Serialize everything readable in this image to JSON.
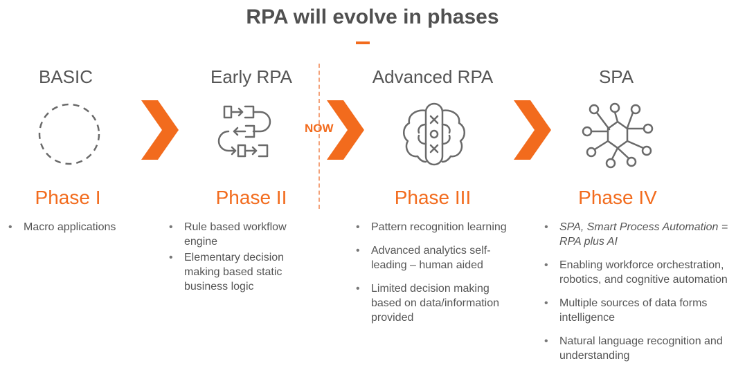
{
  "title": "RPA will evolve in phases",
  "now_label": "NOW",
  "stages": [
    {
      "name": "BASIC",
      "phase": "Phase I",
      "icon": "dashed-circle-icon",
      "bullets": [
        "Macro applications"
      ]
    },
    {
      "name": "Early RPA",
      "phase": "Phase II",
      "icon": "workflow-icon",
      "bullets": [
        "Rule based workflow engine",
        "Elementary decision making based static business logic"
      ]
    },
    {
      "name": "Advanced RPA",
      "phase": "Phase III",
      "icon": "brain-icon",
      "bullets": [
        "Pattern recognition learning",
        "Advanced analytics self-leading – human aided",
        "Limited decision making based on data/information provided"
      ]
    },
    {
      "name": "SPA",
      "phase": "Phase IV",
      "icon": "neural-network-icon",
      "bullets": [
        "SPA, Smart Process Automation = RPA plus AI",
        "Enabling workforce orchestration, robotics, and cognitive automation",
        "Multiple sources of data forms intelligence",
        "Natural language recognition and understanding"
      ]
    }
  ],
  "colors": {
    "accent": "#f26b1d",
    "text": "#555555",
    "icon": "#6a6a6a"
  }
}
